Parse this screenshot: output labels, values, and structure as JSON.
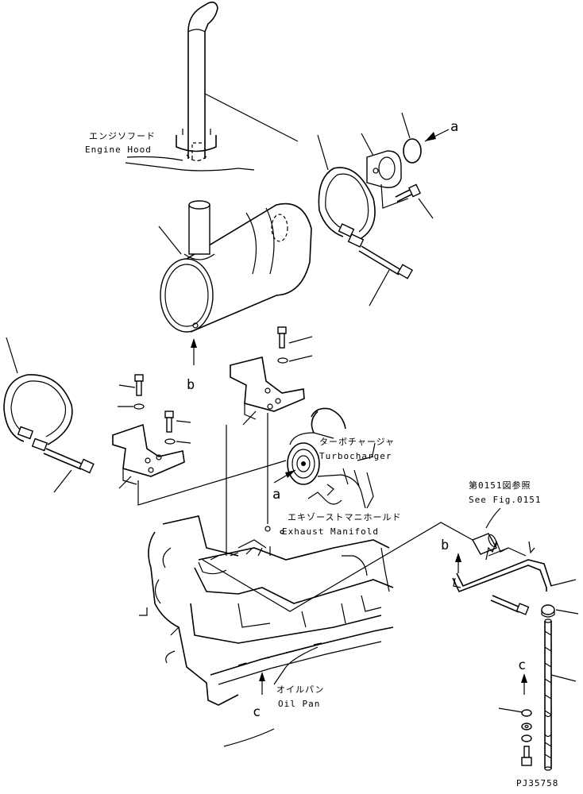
{
  "labels": {
    "engine_hood_jp": "エンジソフード",
    "engine_hood_en": "Engine Hood",
    "turbo_jp": "ターボチャージャ",
    "turbo_en": "Turbocharger",
    "manifold_jp": "エキゾーストマニホールド",
    "manifold_en": "Exhaust Manifold",
    "ref_jp": "第0151図参照",
    "ref_en": "See Fig.0151",
    "oilpan_jp": "オイルパン",
    "oilpan_en": "Oil Pan"
  },
  "markers": {
    "a": "a",
    "b": "b",
    "c": "c"
  },
  "drawing_code": "PJ35758"
}
